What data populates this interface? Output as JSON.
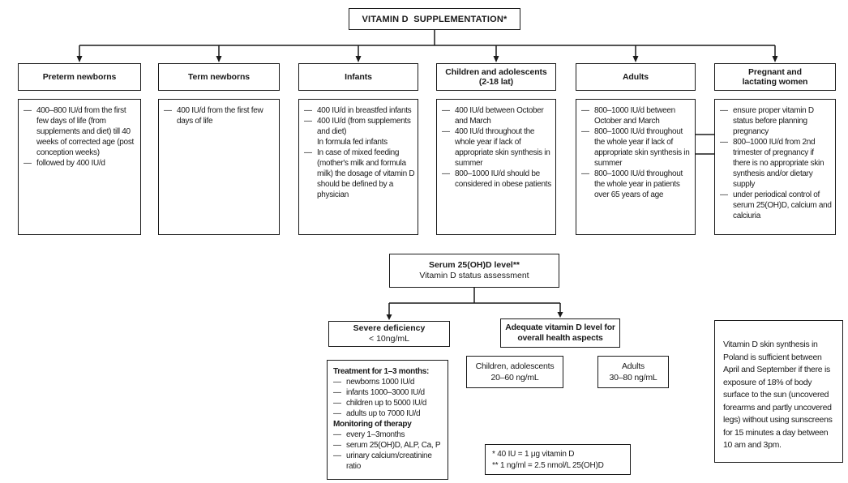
{
  "title": "VITAMIN D  SUPPLEMENTATION*",
  "colors": {
    "line": "#1a1a1a",
    "background": "#ffffff"
  },
  "columns": [
    {
      "header": "Preterm newborns",
      "items": [
        "400–800 IU/d from the first few days of life (from supplements and diet) till 40 weeks of corrected age (post conception weeks)",
        "followed by 400 IU/d"
      ]
    },
    {
      "header": "Term newborns",
      "items": [
        "400 IU/d from the first few days of life"
      ]
    },
    {
      "header": "Infants",
      "items": [
        "400 IU/d in breastfed infants",
        "400 IU/d (from supplements and diet)\nIn formula fed infants",
        "In case of mixed feeding (mother's milk and formula milk) the dosage of vitamin D should be defined by a physician"
      ]
    },
    {
      "header": "Children and adolescents\n(2-18 lat)",
      "items": [
        "400 IU/d between October and March",
        "400 IU/d throughout the whole year if lack of appropriate skin synthesis in summer",
        "800–1000 IU/d should be considered in obese patients"
      ]
    },
    {
      "header": "Adults",
      "items": [
        "800–1000 IU/d between October and March",
        "800–1000 IU/d throughout the whole year  if lack of appropriate skin synthesis in summer",
        "800–1000 IU/d throughout the whole year in patients over 65 years of age"
      ]
    },
    {
      "header": "Pregnant and\nlactating women",
      "items": [
        "ensure proper vitamin D status before planning pregnancy",
        "800–1000 IU/d from 2nd trimester of pregnancy if there is no appropriate skin synthesis and/or dietary supply",
        "under periodical control of serum 25(OH)D, calcium and calciuria"
      ]
    }
  ],
  "serum": {
    "title": "Serum 25(OH)D level**",
    "subtitle": "Vitamin D status assessment"
  },
  "severe": {
    "title": "Severe deficiency",
    "value": "< 10ng/mL"
  },
  "adequate": {
    "title": "Adequate vitamin D level for overall health aspects"
  },
  "treatment": {
    "title": "Treatment for 1–3 months:",
    "items": [
      "newborns  1000 IU/d",
      "infants  1000–3000 IU/d",
      "children  up to 5000 IU/d",
      "adults  up to 7000 IU/d"
    ],
    "monitoring_title": "Monitoring of therapy",
    "monitoring_items": [
      "every 1–3months",
      "serum 25(OH)D, ALP, Ca, P",
      "urinary calcium/creatinine ratio"
    ]
  },
  "adequate_children": {
    "title": "Children, adolescents",
    "value": "20–60 ng/mL"
  },
  "adequate_adults": {
    "title": "Adults",
    "value": "30–80 ng/mL"
  },
  "footnotes": [
    "* 40 IU = 1 μg vitamin D",
    "** 1 ng/ml = 2.5 nmol/L 25(OH)D"
  ],
  "note": "Vitamin D skin synthesis in Poland is sufficient between April and September if there is exposure of 18% of body surface to the sun (uncovered forearms and partly uncovered legs) without using sunscreens for 15 minutes a day between 10 am and 3pm."
}
